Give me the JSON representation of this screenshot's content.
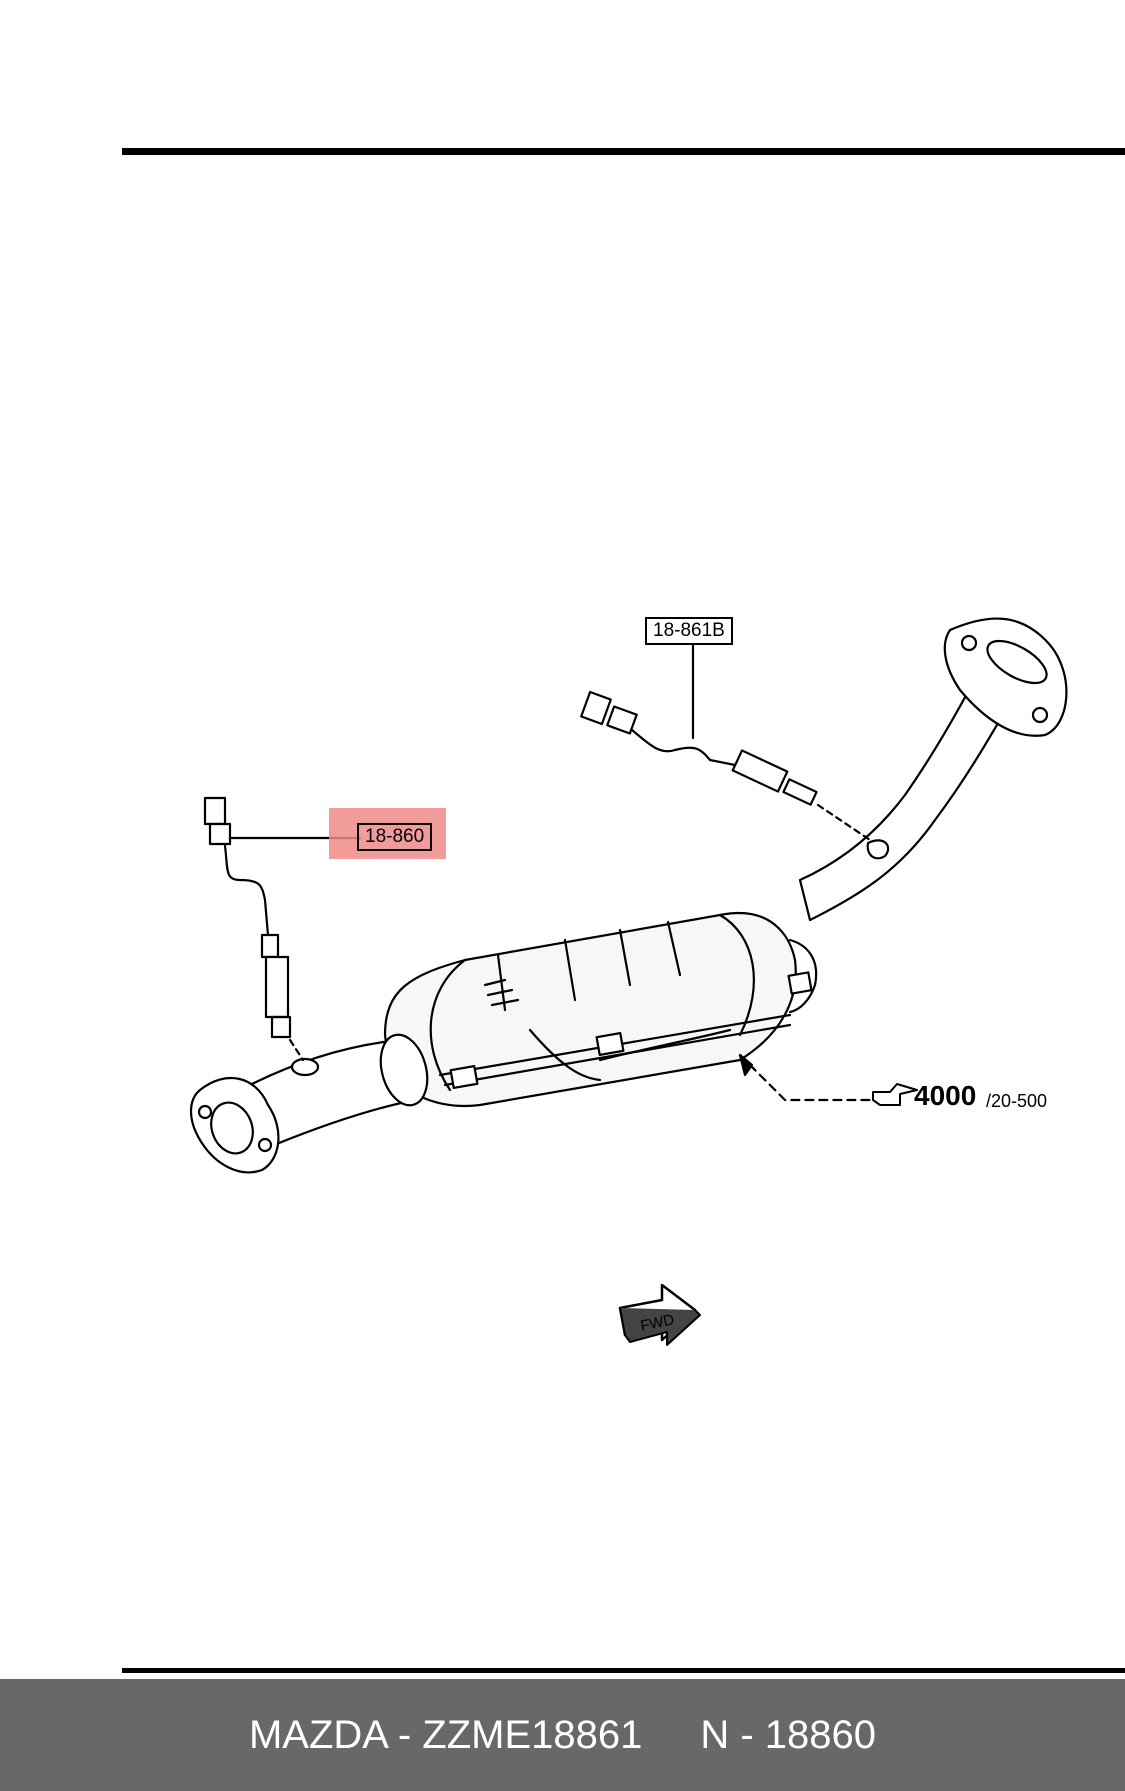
{
  "callouts": {
    "sensor_rear": "18-861B",
    "sensor_front": "18-860"
  },
  "torque": {
    "value": "4000",
    "unit": "/20-500"
  },
  "fwd_label": "FWD",
  "footer": {
    "part_ref": "MAZDA - ZZME18861",
    "diagram_ref": "N - 18860"
  },
  "colors": {
    "highlight": "#f08a8a",
    "footer_bg": "#686868"
  }
}
